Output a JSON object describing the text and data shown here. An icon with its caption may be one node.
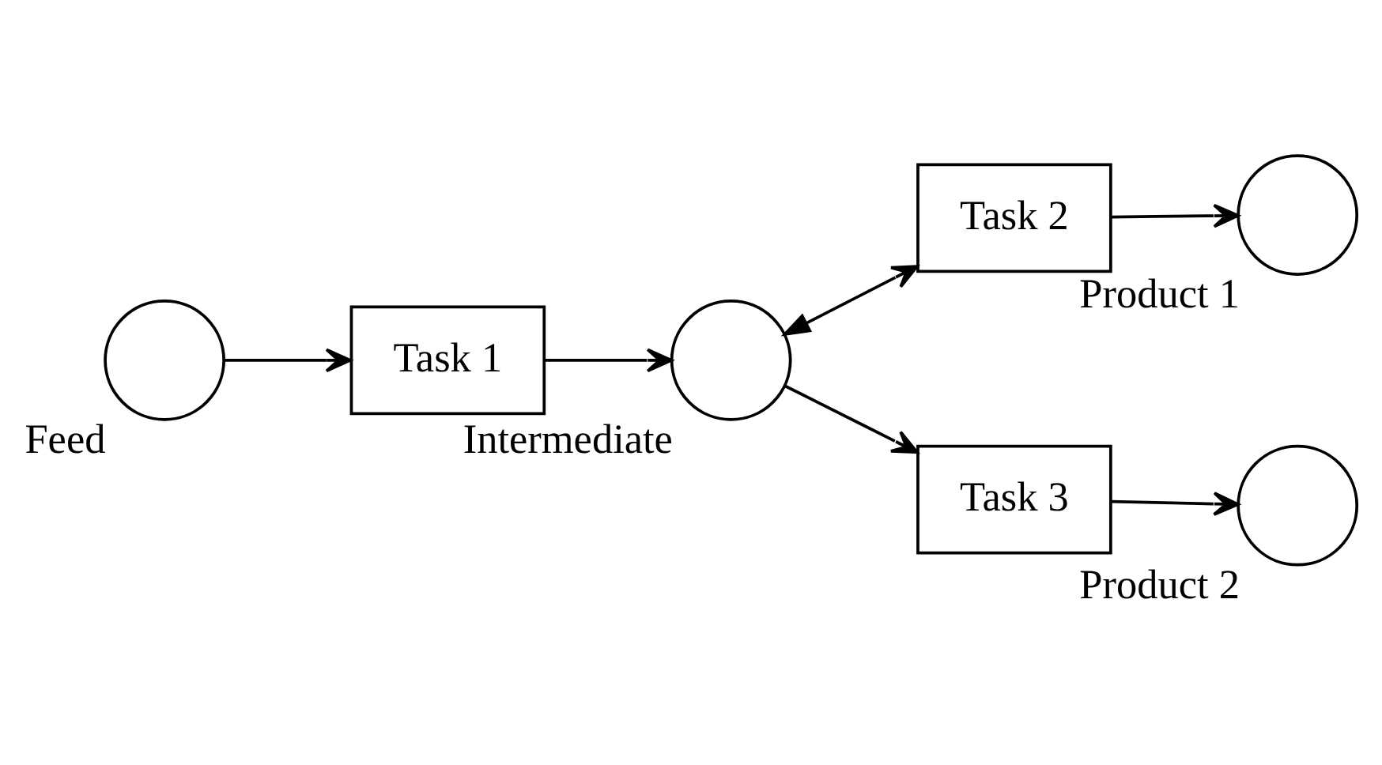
{
  "diagram": {
    "nodes": [
      {
        "text": [
          "Feed"
        ]
      },
      {
        "text": [
          "Task 1"
        ]
      },
      {
        "text": [
          "Intermediate"
        ]
      },
      {
        "text": [
          "Task 2"
        ]
      },
      {
        "text": [
          "Product 1"
        ]
      },
      {
        "text": [
          "Task 3"
        ]
      },
      {
        "text": [
          "Product 2"
        ]
      }
    ],
    "edges": [
      {
        "from": 0,
        "to": 1,
        "arrow": "to"
      },
      {
        "from": 1,
        "to": 2,
        "arrow": "to"
      },
      {
        "from": 2,
        "to": 3,
        "arrow": "both"
      },
      {
        "from": 3,
        "to": 4,
        "arrow": "to"
      },
      {
        "from": 2,
        "to": 5,
        "arrow": "to"
      },
      {
        "from": 5,
        "to": 6,
        "arrow": "to"
      }
    ]
  }
}
